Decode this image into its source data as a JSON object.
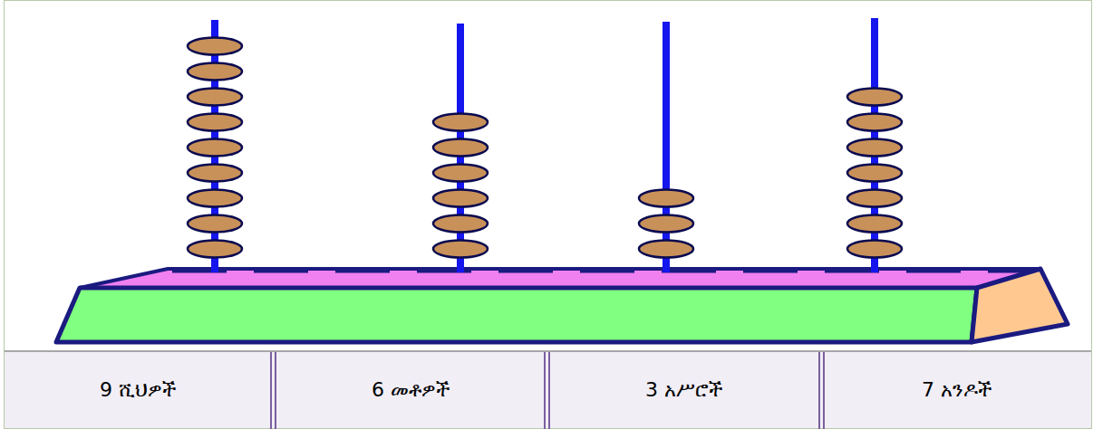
{
  "diagram": {
    "labels": [
      "9 ሺህዎች",
      "6 መቶዎች",
      "3 አሥሮች",
      "7 አንዶች"
    ]
  }
}
